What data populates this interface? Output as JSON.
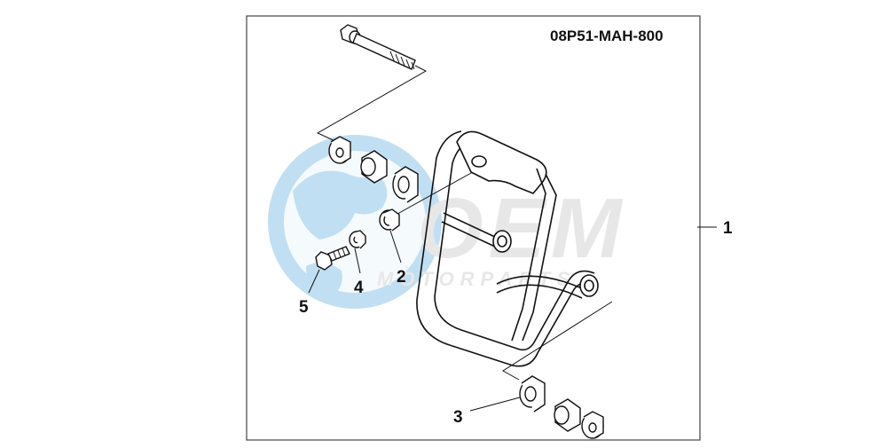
{
  "diagram": {
    "part_number": "08P51-MAH-800",
    "callouts": {
      "c1": "1",
      "c2": "2",
      "c3": "3",
      "c4": "4",
      "c5": "5"
    },
    "watermark": {
      "brand": "OEM",
      "sub": "MOTORPARTS"
    }
  },
  "colors": {
    "frame": "#444444",
    "line": "#111111",
    "watermark_blue": "#6fb4dd",
    "watermark_gray": "#d9d9d9"
  }
}
